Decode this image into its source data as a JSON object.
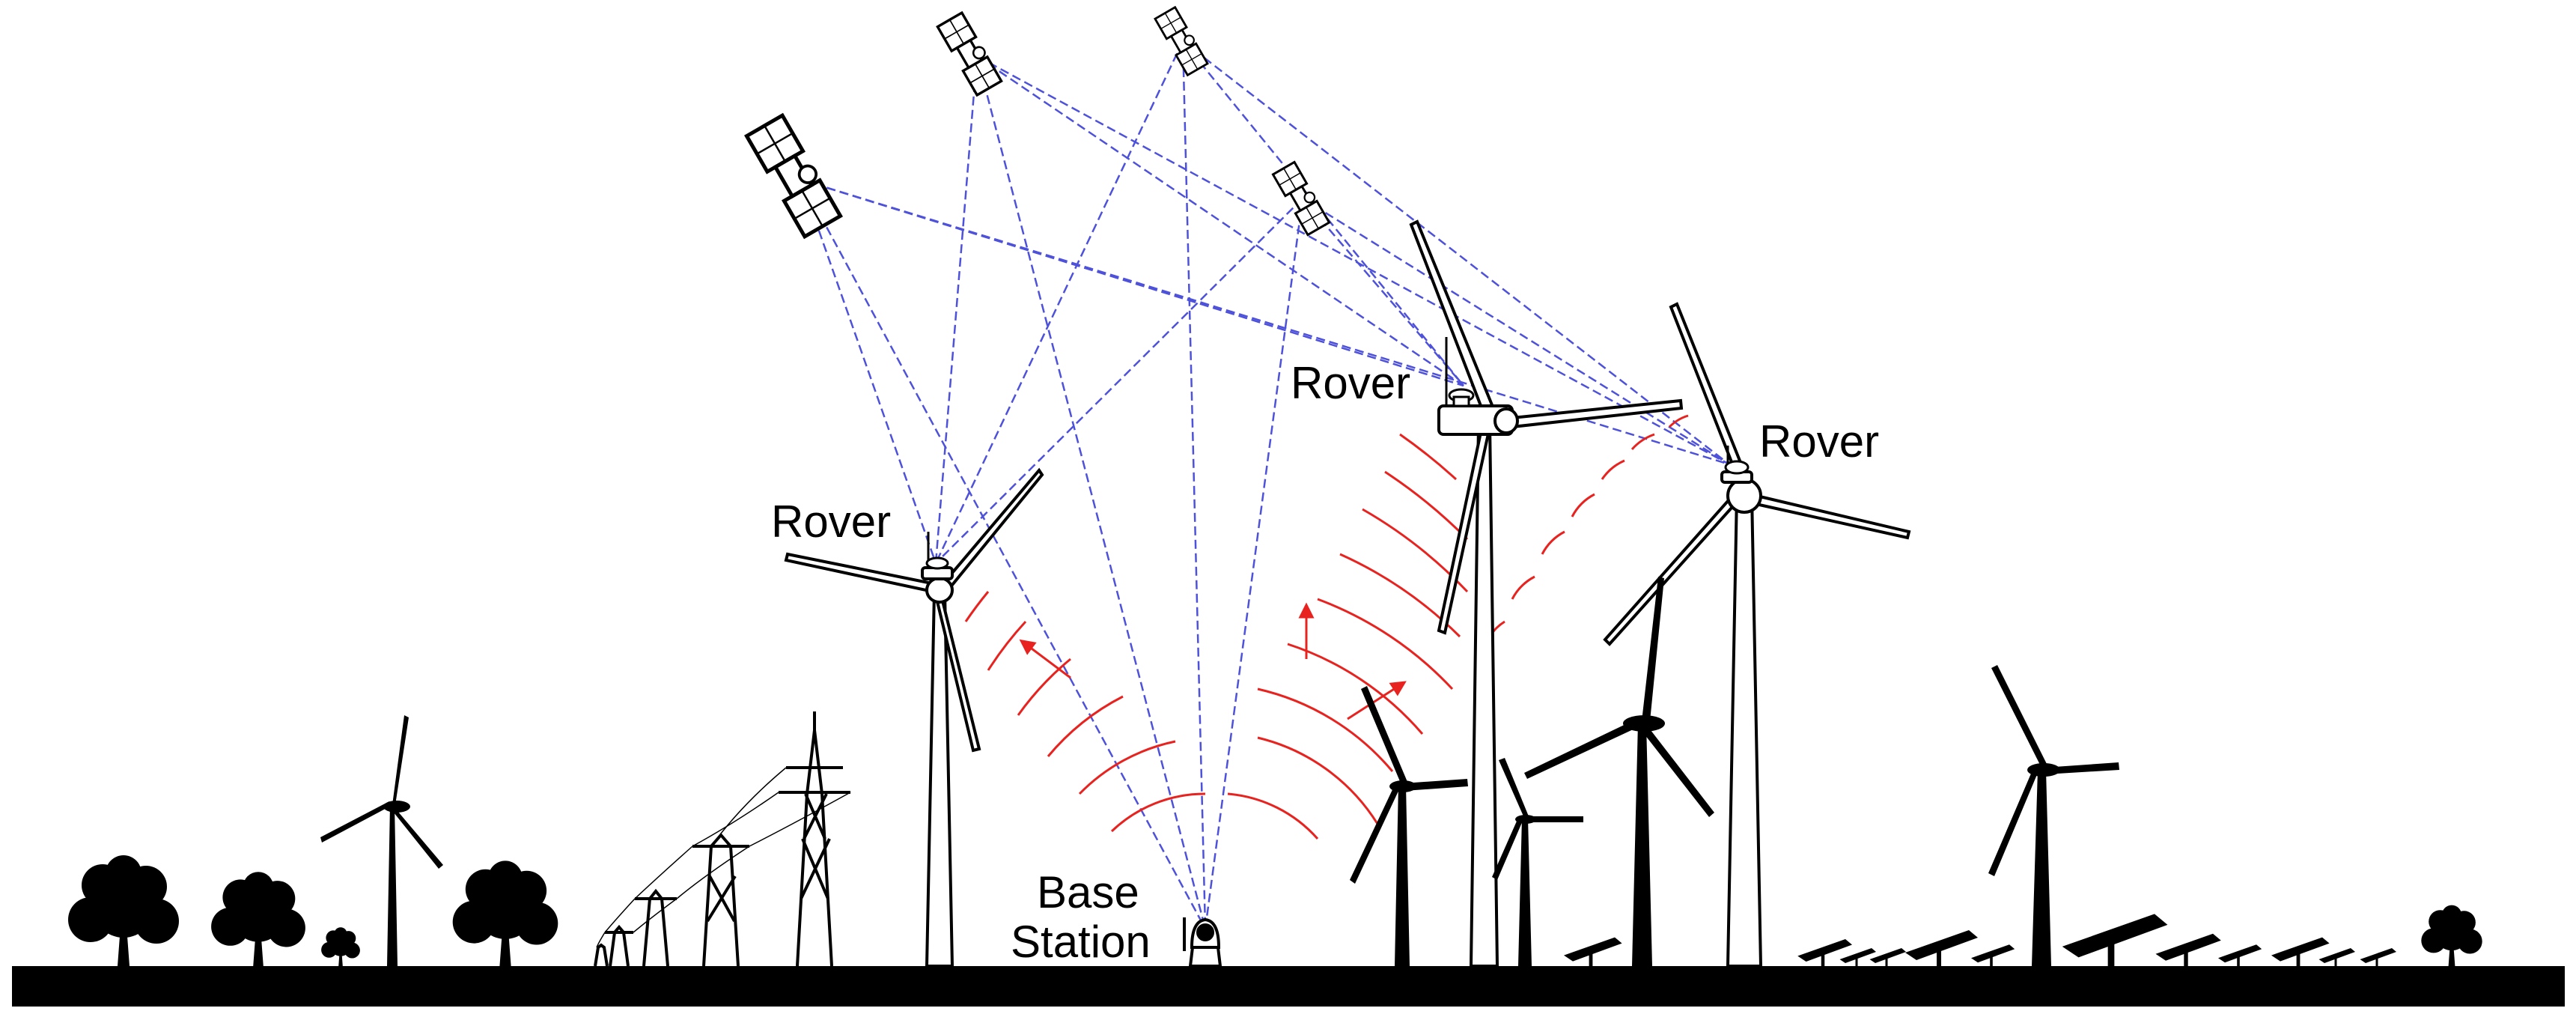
{
  "labels": {
    "rover_left": "Rover",
    "rover_middle": "Rover",
    "rover_right": "Rover",
    "base_line1": "Base",
    "base_line2": "Station"
  },
  "colors": {
    "satellite_signal": "#3b3fd6",
    "correction_signal": "#e8231f",
    "silhouette": "#000000",
    "background": "#ffffff"
  },
  "icons": [
    "satellite-icon",
    "wind-turbine-icon",
    "gnss-antenna-icon",
    "tree-icon",
    "power-pylon-icon",
    "solar-panel-icon"
  ]
}
